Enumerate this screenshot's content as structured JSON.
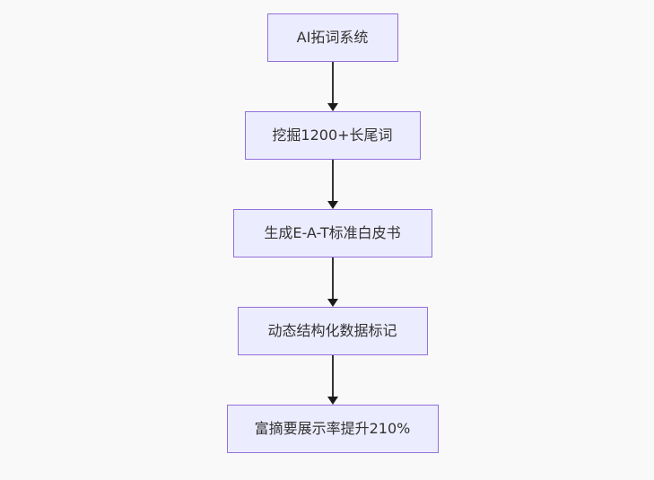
{
  "page": {
    "description": "Vertical flowchart (mermaid-style) of an AI SEO content pipeline"
  },
  "diagram": {
    "type": "flowchart-top-down",
    "colors": {
      "canvas-bg": "#f9f9f9",
      "node-fill": "#ECECFF",
      "node-border": "#9370DB",
      "text-color": "#333333",
      "arrow-color": "#333333",
      "arrowhead-color": "#1a1a1a"
    },
    "nodes": [
      {
        "id": "A",
        "label": "AI拓词系统"
      },
      {
        "id": "B",
        "label": "挖掘1200+长尾词"
      },
      {
        "id": "C",
        "label": "生成E-A-T标准白皮书"
      },
      {
        "id": "D",
        "label": "动态结构化数据标记"
      },
      {
        "id": "E",
        "label": "富摘要展示率提升210%"
      }
    ],
    "edges": [
      {
        "from": "A",
        "to": "B"
      },
      {
        "from": "B",
        "to": "C"
      },
      {
        "from": "C",
        "to": "D"
      },
      {
        "from": "D",
        "to": "E"
      }
    ]
  }
}
